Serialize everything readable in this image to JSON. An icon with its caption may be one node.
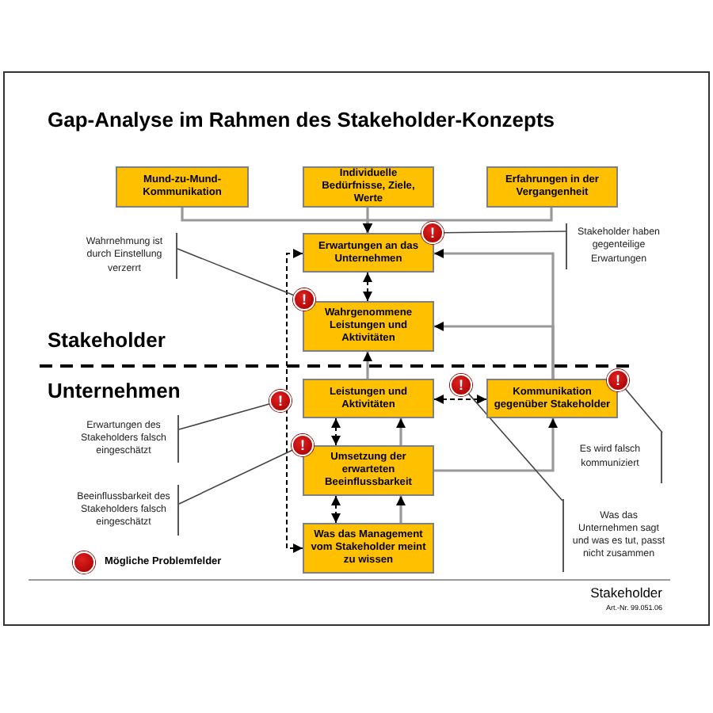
{
  "diagram": {
    "title": "Gap-Analyse im Rahmen des Stakeholder-Konzepts",
    "nodes": [
      {
        "text": [
          "Mund-zu-Mund-Kommunikation"
        ]
      },
      {
        "text": [
          "Individuelle Bedürfnisse, Ziele, Werte"
        ]
      },
      {
        "text": [
          "Erfahrungen in der Vergangenheit"
        ]
      },
      {
        "text": [
          "Erwartungen an das Unternehmen"
        ]
      },
      {
        "text": [
          "Wahrgenommene Leistungen und Aktivitäten"
        ]
      },
      {
        "text": [
          "Leistungen und Aktivitäten"
        ]
      },
      {
        "text": [
          "Kommunikation gegenüber Stakeholder"
        ]
      },
      {
        "text": [
          "Umsetzung der erwarteten Beeinflussbarkeit"
        ]
      },
      {
        "text": [
          "Was das Management vom Stakeholder meint zu wissen"
        ]
      },
      {
        "text": [
          "!"
        ]
      },
      {
        "text": [
          "!"
        ]
      },
      {
        "text": [
          "!"
        ]
      },
      {
        "text": [
          "!"
        ]
      },
      {
        "text": [
          "!"
        ]
      },
      {
        "text": [
          "!"
        ]
      },
      {
        "text": [
          "Wahrnehmung ist durch Einstellung verzerrt"
        ]
      },
      {
        "text": [
          "Stakeholder haben gegenteilige Erwartungen"
        ]
      },
      {
        "text": [
          "Erwartungen des Stakeholders falsch eingeschätzt"
        ]
      },
      {
        "text": [
          "Beeinflussbarkeit des Stakeholders falsch eingeschätzt"
        ]
      },
      {
        "text": [
          "Es wird falsch kommuniziert"
        ]
      },
      {
        "text": [
          "Was das Unternehmen sagt und was es tut, passt nicht zusammen"
        ]
      }
    ],
    "edges": [
      {
        "from": 0,
        "to": 3,
        "arrow": "to"
      },
      {
        "from": 1,
        "to": 3,
        "arrow": "to"
      },
      {
        "from": 2,
        "to": 3,
        "arrow": "to"
      },
      {
        "from": 3,
        "to": 4,
        "arrow": "both",
        "style": "dashed",
        "color": "#000000"
      },
      {
        "from": 5,
        "to": 4,
        "arrow": "to"
      },
      {
        "from": 6,
        "to": 3,
        "arrow": "to"
      },
      {
        "from": 6,
        "to": 4,
        "arrow": "to"
      },
      {
        "from": 5,
        "to": 6,
        "arrow": "both",
        "style": "dashed",
        "color": "#000000"
      },
      {
        "from": 5,
        "to": 7,
        "arrow": "both",
        "style": "dashed",
        "color": "#000000"
      },
      {
        "from": 7,
        "to": 5,
        "arrow": "to"
      },
      {
        "from": 7,
        "to": 6,
        "arrow": "to"
      },
      {
        "from": 7,
        "to": 8,
        "arrow": "both",
        "style": "dashed",
        "color": "#000000"
      },
      {
        "from": 8,
        "to": 7,
        "arrow": "to"
      },
      {
        "from": 8,
        "to": 3,
        "arrow": "both",
        "style": "dashed",
        "color": "#000000"
      },
      {
        "from": 15,
        "to": 10,
        "arrow": "none",
        "color": "#444444"
      },
      {
        "from": 16,
        "to": 9,
        "arrow": "none",
        "color": "#444444"
      },
      {
        "from": 17,
        "to": 11,
        "arrow": "none",
        "color": "#444444"
      },
      {
        "from": 18,
        "to": 12,
        "arrow": "none",
        "color": "#444444"
      },
      {
        "from": 19,
        "to": 14,
        "arrow": "none",
        "color": "#444444"
      },
      {
        "from": 20,
        "to": 13,
        "arrow": "none",
        "color": "#444444"
      }
    ],
    "labels": [
      "Stakeholder",
      "Unternehmen",
      "Stakeholder",
      "Art.-Nr. 99.051.06"
    ],
    "legend": [
      {
        "text": "Mögliche Problemfelder"
      }
    ]
  }
}
